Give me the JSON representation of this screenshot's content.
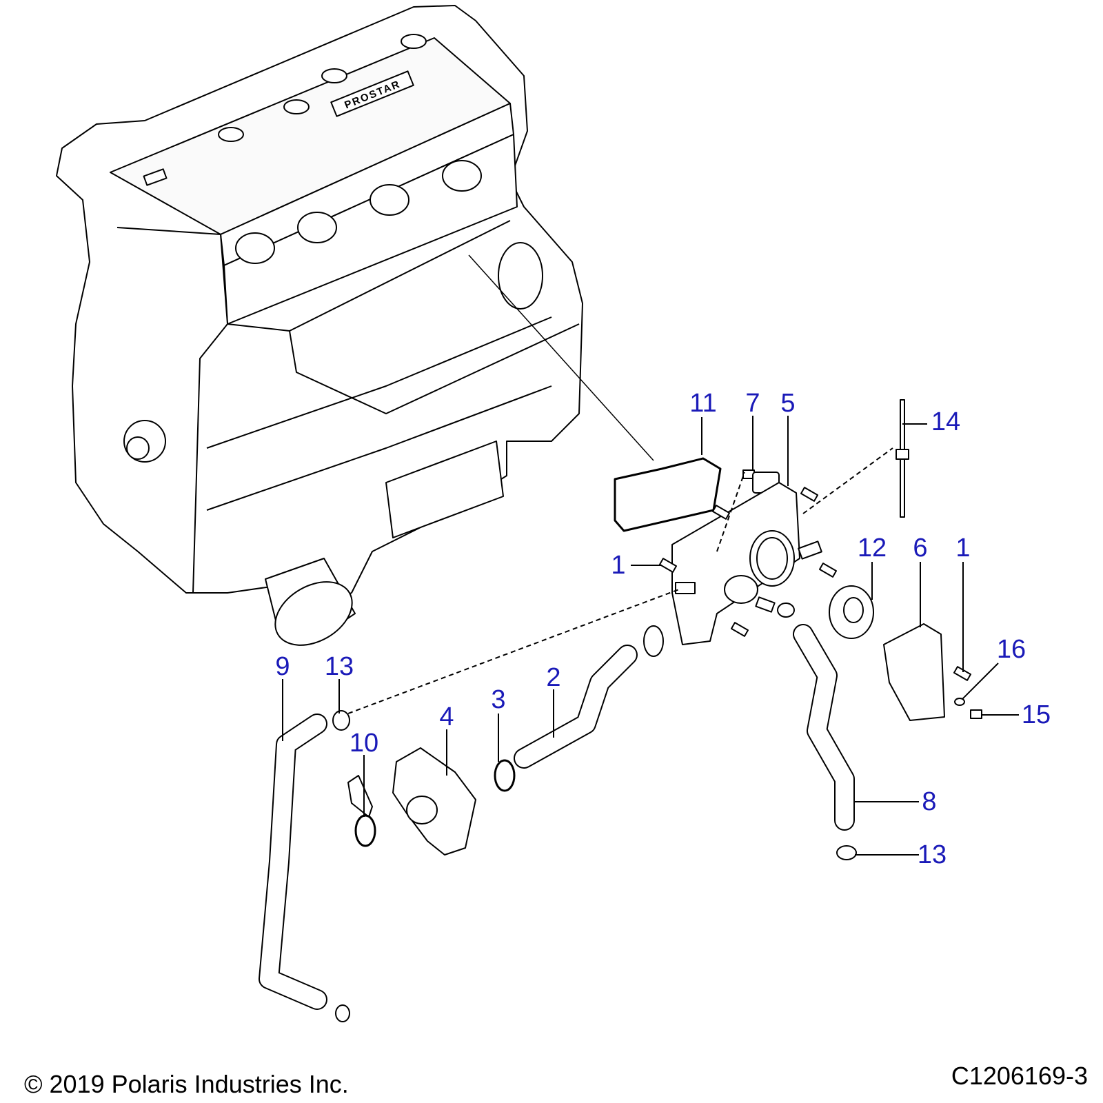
{
  "callouts": [
    {
      "id": "11",
      "label": "11"
    },
    {
      "id": "7",
      "label": "7"
    },
    {
      "id": "5",
      "label": "5"
    },
    {
      "id": "14",
      "label": "14"
    },
    {
      "id": "1a",
      "label": "1"
    },
    {
      "id": "12",
      "label": "12"
    },
    {
      "id": "6",
      "label": "6"
    },
    {
      "id": "1b",
      "label": "1"
    },
    {
      "id": "16",
      "label": "16"
    },
    {
      "id": "15",
      "label": "15"
    },
    {
      "id": "9",
      "label": "9"
    },
    {
      "id": "13a",
      "label": "13"
    },
    {
      "id": "2",
      "label": "2"
    },
    {
      "id": "3",
      "label": "3"
    },
    {
      "id": "4",
      "label": "4"
    },
    {
      "id": "10",
      "label": "10"
    },
    {
      "id": "8",
      "label": "8"
    },
    {
      "id": "13b",
      "label": "13"
    }
  ],
  "footer": {
    "copyright": "© 2019 Polaris Industries Inc.",
    "diagram_id": "C1206169-3"
  },
  "engine_badge": "PROSTAR",
  "colors": {
    "callout": "#1a1ab8",
    "line": "#000000"
  }
}
